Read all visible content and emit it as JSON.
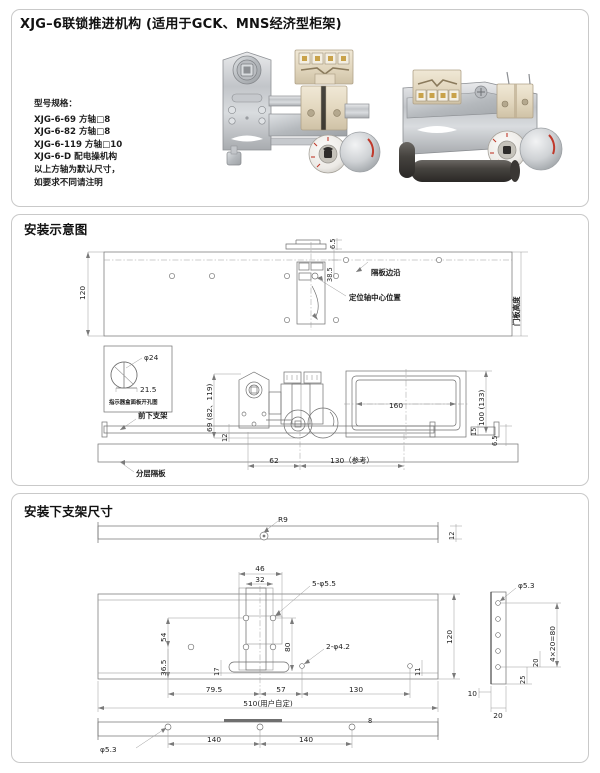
{
  "document": {
    "title": "XJG–6联锁推进机构 (适用于GCK、MNS经济型柜架)"
  },
  "product_panel": {
    "spec_heading": "型号规格：",
    "spec_lines": [
      "XJG-6-69 方轴□8",
      "XJG-6-82 方轴□8",
      "XJG-6-119 方轴□10",
      "XJG-6-D 配电操机构",
      "以上方轴为默认尺寸，",
      "如要求不同请注明"
    ],
    "photo_alt": "interlock-push-mechanism-photo"
  },
  "install_panel": {
    "title": "安装示意图",
    "labels": {
      "partition_edge": "隔板边沿",
      "locating_shaft_center": "定位轴中心位置",
      "door_panel_height": "门板高度",
      "indicator_box_panel_hole": "指示器盒面板开孔图",
      "front_lower_bracket": "前下支架",
      "layer_partition": "分层隔板"
    },
    "dimensions": {
      "d120": "120",
      "d6_5_top": "6.5",
      "d38_5": "38.5",
      "dia24": "φ24",
      "d21_5": "21.5",
      "d69": "69 (82、119)",
      "d12": "12",
      "d62": "62",
      "d130ref": "130（参考）",
      "d160": "160",
      "d100": "100 (133)",
      "d15": "15",
      "d6_5_bottom": "6.5"
    }
  },
  "bracket_panel": {
    "title": "安装下支架尺寸",
    "dimensions": {
      "r9": "R9",
      "t12": "12",
      "d46": "46",
      "d32": "32",
      "h5_5": "5-φ5.5",
      "d54": "54",
      "d80": "80",
      "d36_5": "36.5",
      "d17": "17",
      "h4_2": "2-φ4.2",
      "d11": "11",
      "d120": "120",
      "d79_5": "79.5",
      "d57": "57",
      "d130": "130",
      "d510": "510(用户自定)",
      "side_dia5_3": "φ5.3",
      "side_4x20": "4×20=80",
      "side_20": "20",
      "side_25": "25",
      "side_10": "10",
      "side_20b": "20",
      "bottom_dia5_3": "φ5.3",
      "bottom_140a": "140",
      "bottom_140b": "140",
      "bottom_8": "8"
    }
  },
  "colors": {
    "panel_border": "#c9c9c9",
    "line": "#6f6f6f",
    "line_heavy": "#3d3d3d",
    "text": "#1a1a1a",
    "background": "#ffffff"
  }
}
